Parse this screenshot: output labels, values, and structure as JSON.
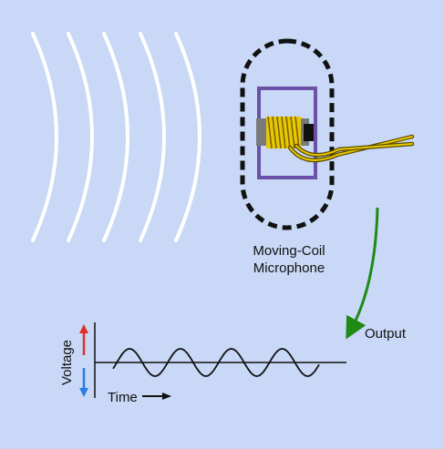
{
  "microphone": {
    "caption_line1": "Moving-Coil",
    "caption_line2": "Microphone"
  },
  "output": {
    "label": "Output"
  },
  "graph": {
    "y_label": "Voltage",
    "x_label": "Time"
  },
  "colors": {
    "background": "#c8d8f6",
    "wave_arcs": "#ffffff",
    "microphone_outline": "#111111",
    "magnet_frame": "#6b52a8",
    "coil": "#e8c800",
    "output_arrow": "#1f8a16",
    "voltage_up_arrow": "#e0302a",
    "voltage_down_arrow": "#2a7fe0"
  }
}
